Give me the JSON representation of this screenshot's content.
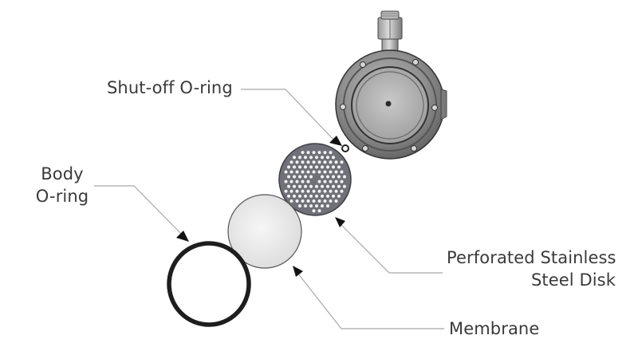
{
  "labels": {
    "shutoff_oring": "Shut-off O-ring",
    "body_oring": [
      "Body",
      "O-ring"
    ],
    "perforated_disk": [
      "Perforated Stainless",
      "Steel Disk"
    ],
    "membrane": "Membrane"
  },
  "colors": {
    "text": "#3a3a3a",
    "leader_line": "#a8a8a8",
    "arrowhead": "#111111",
    "housing_metal": "#8e8e8e",
    "membrane_fill": "#ececec",
    "perforated_disk_fill": "#707078",
    "body_oring": "#1e1e1e"
  },
  "icons": {
    "housing": "filter-housing-icon",
    "disk": "perforated-disk-icon",
    "membrane": "membrane-disc-icon",
    "oring": "o-ring-icon"
  }
}
